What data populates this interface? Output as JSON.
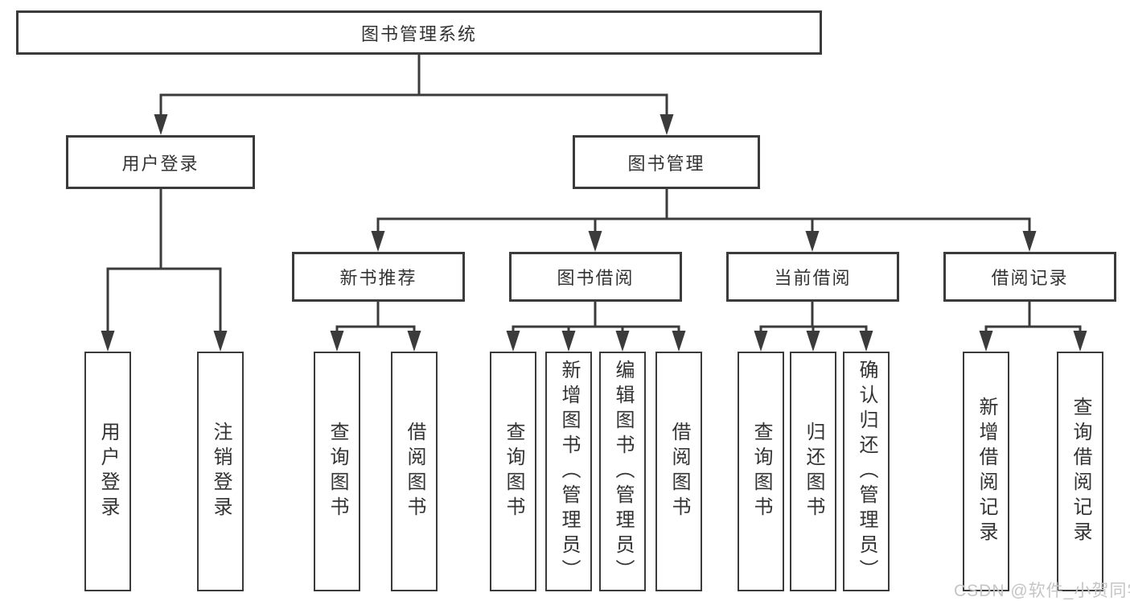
{
  "diagram": {
    "tree": {
      "root": {
        "label": "图书管理系统"
      },
      "children": [
        {
          "label": "用户登录",
          "children": [
            {
              "label": "用户登录"
            },
            {
              "label": "注销登录"
            }
          ]
        },
        {
          "label": "图书管理",
          "children": [
            {
              "label": "新书推荐",
              "children": [
                {
                  "label": "查询图书"
                },
                {
                  "label": "借阅图书"
                }
              ]
            },
            {
              "label": "图书借阅",
              "children": [
                {
                  "label": "查询图书"
                },
                {
                  "label": "新增图书（管理员）"
                },
                {
                  "label": "编辑图书（管理员）"
                },
                {
                  "label": "借阅图书"
                }
              ]
            },
            {
              "label": "当前借阅",
              "children": [
                {
                  "label": "查询图书"
                },
                {
                  "label": "归还图书"
                },
                {
                  "label": "确认归还（管理员）"
                }
              ]
            },
            {
              "label": "借阅记录",
              "children": [
                {
                  "label": "新增借阅记录"
                },
                {
                  "label": "查询借阅记录"
                }
              ]
            }
          ]
        }
      ]
    },
    "colors": {
      "line": "#3b3b3b",
      "text": "#333333",
      "node_background": "#ffffff",
      "watermark": "#c5c5c5"
    }
  },
  "watermark": {
    "text": "CSDN @软件_小贺同学"
  }
}
